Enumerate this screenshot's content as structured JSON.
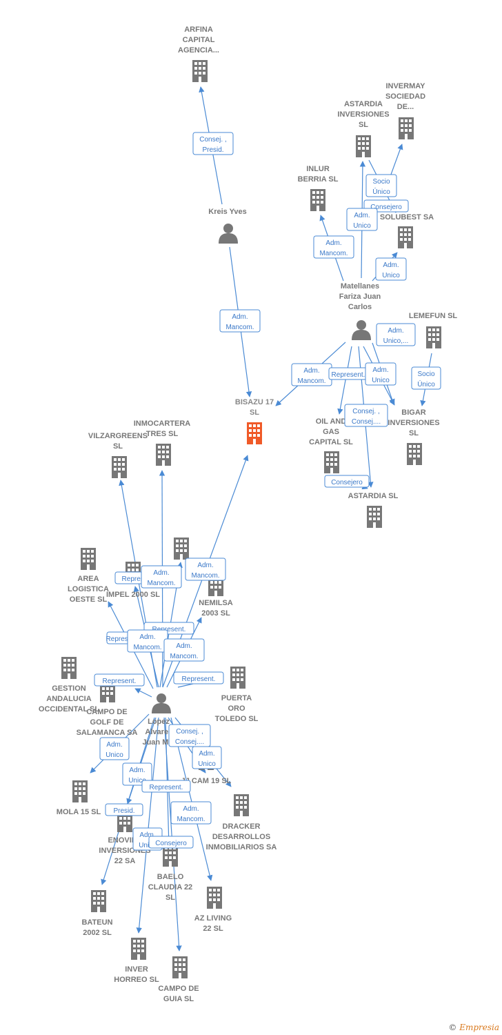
{
  "colors": {
    "edge": "#4a8ad4",
    "company": "#777777",
    "main_company": "#f05a28",
    "person": "#777777"
  },
  "footer": {
    "copyright": "©",
    "brand": "Empresia"
  },
  "nodes": [
    {
      "id": "arfina",
      "type": "company",
      "lines": [
        "ARFINA",
        "CAPITAL",
        "AGENCIA..."
      ]
    },
    {
      "id": "kreis",
      "type": "person",
      "lines": [
        "Kreis Yves"
      ]
    },
    {
      "id": "bisazu",
      "type": "main",
      "lines": [
        "BISAZU 17",
        "SL"
      ]
    },
    {
      "id": "invermay",
      "type": "company",
      "lines": [
        "INVERMAY",
        "SOCIEDAD",
        "DE..."
      ]
    },
    {
      "id": "astardia_inv",
      "type": "company",
      "lines": [
        "ASTARDIA",
        "INVERSIONES",
        "SL"
      ]
    },
    {
      "id": "inlur",
      "type": "company",
      "lines": [
        "INLUR",
        "BERRIA  SL"
      ]
    },
    {
      "id": "solubest",
      "type": "company",
      "lines": [
        "SOLUBEST SA"
      ]
    },
    {
      "id": "matellanes",
      "type": "person",
      "lines": [
        "Matellanes",
        "Fariza Juan",
        "Carlos"
      ]
    },
    {
      "id": "lemefun",
      "type": "company",
      "lines": [
        "LEMEFUN  SL"
      ]
    },
    {
      "id": "oilgas",
      "type": "company",
      "lines": [
        "OIL AND",
        "GAS",
        "CAPITAL SL"
      ]
    },
    {
      "id": "bigar",
      "type": "company",
      "lines": [
        "BIGAR",
        "INVERSIONES",
        "SL"
      ]
    },
    {
      "id": "astardia_sl",
      "type": "company",
      "lines": [
        "ASTARDIA SL"
      ]
    },
    {
      "id": "inmocartera",
      "type": "company",
      "lines": [
        "INMOCARTERA",
        "TRES  SL"
      ]
    },
    {
      "id": "vilzar",
      "type": "company",
      "lines": [
        "VILZARGREENS",
        "SL"
      ]
    },
    {
      "id": "area",
      "type": "company",
      "lines": [
        "AREA",
        "LOGISTICA",
        "OESTE SL"
      ]
    },
    {
      "id": "impel",
      "type": "company",
      "lines": [
        "IMPEL 2000  SL"
      ]
    },
    {
      "id": "hidden1",
      "type": "company",
      "lines": []
    },
    {
      "id": "nemilsa",
      "type": "company",
      "lines": [
        "NEMILSA",
        "2003 SL"
      ]
    },
    {
      "id": "gestion",
      "type": "company",
      "lines": [
        "GESTION",
        "ANDALUCIA",
        "OCCIDENTAL SL"
      ]
    },
    {
      "id": "campogolf",
      "type": "company",
      "lines": [
        "CAMPO DE",
        "GOLF DE",
        "SALAMANCA SA"
      ]
    },
    {
      "id": "puerta",
      "type": "company",
      "lines": [
        "PUERTA",
        "ORO",
        "TOLEDO SL"
      ]
    },
    {
      "id": "lopez",
      "type": "person",
      "lines": [
        "Lopez",
        "Alvarez",
        "Juan M..."
      ]
    },
    {
      "id": "mola",
      "type": "company",
      "lines": [
        "MOLA 15 SL"
      ]
    },
    {
      "id": "jjcam",
      "type": "company",
      "lines": [
        "JJ CAM 19 SL"
      ]
    },
    {
      "id": "dracker",
      "type": "company",
      "lines": [
        "DRACKER",
        "DESARROLLOS",
        "INMOBILIARIOS SA"
      ]
    },
    {
      "id": "enovint",
      "type": "company",
      "lines": [
        "ENOVINT",
        "INVERSIONES",
        "22 SA"
      ]
    },
    {
      "id": "baelo",
      "type": "company",
      "lines": [
        "BAELO",
        "CLAUDIA 22",
        "SL"
      ]
    },
    {
      "id": "azliving",
      "type": "company",
      "lines": [
        "AZ LIVING",
        "22 SL"
      ]
    },
    {
      "id": "bateun",
      "type": "company",
      "lines": [
        "BATEUN",
        "2002 SL"
      ]
    },
    {
      "id": "inverhorreo",
      "type": "company",
      "lines": [
        "INVER",
        "HORREO SL"
      ]
    },
    {
      "id": "campoguia",
      "type": "company",
      "lines": [
        "CAMPO DE",
        "GUIA  SL"
      ]
    }
  ],
  "edges": [
    {
      "from": "kreis",
      "to": "arfina",
      "lines": [
        "Consej. ,",
        "Presid."
      ]
    },
    {
      "from": "kreis",
      "to": "bisazu",
      "lines": [
        "Adm.",
        "Mancom."
      ]
    },
    {
      "from": "matellanes",
      "to": "invermay",
      "lines": [
        "Socio",
        "Único"
      ]
    },
    {
      "from": "matellanes",
      "to": "astardia_inv",
      "lines": [
        "Consejero"
      ]
    },
    {
      "from": "matellanes",
      "to": "inlur",
      "lines": [
        "Adm.",
        "Mancom."
      ]
    },
    {
      "from": "matellanes",
      "to": "astardia_inv",
      "lines": [
        "Adm.",
        "Unico"
      ]
    },
    {
      "from": "matellanes",
      "to": "solubest",
      "lines": [
        "Adm.",
        "Unico"
      ]
    },
    {
      "from": "matellanes",
      "to": "bisazu",
      "lines": [
        "Adm.",
        "Mancom."
      ]
    },
    {
      "from": "matellanes",
      "to": "oilgas",
      "lines": [
        "Represent."
      ]
    },
    {
      "from": "matellanes",
      "to": "bigar",
      "lines": [
        "Adm.",
        "Unico"
      ]
    },
    {
      "from": "matellanes",
      "to": "bigar",
      "lines": [
        "Adm.",
        "Unico,..."
      ]
    },
    {
      "from": "lemefun",
      "to": "bigar",
      "lines": [
        "Socio",
        "Único"
      ]
    },
    {
      "from": "matellanes",
      "to": "astardia_sl",
      "lines": [
        "Consej. ,",
        "Consej...."
      ]
    },
    {
      "from": "oilgas",
      "to": "astardia_sl",
      "lines": [
        "Consejero"
      ]
    },
    {
      "from": "lopez",
      "to": "bisazu",
      "lines": [
        "Adm.",
        "Mancom."
      ]
    },
    {
      "from": "lopez",
      "to": "impel",
      "lines": [
        "Represent."
      ]
    },
    {
      "from": "lopez",
      "to": "vilzar",
      "lines": [
        "Adm.",
        "Mancom."
      ]
    },
    {
      "from": "lopez",
      "to": "area",
      "lines": [
        "Represent."
      ]
    },
    {
      "from": "lopez",
      "to": "inmocartera",
      "lines": [
        "Represent."
      ]
    },
    {
      "from": "lopez",
      "to": "hidden1",
      "lines": [
        "Adm.",
        "Mancom."
      ]
    },
    {
      "from": "lopez",
      "to": "nemilsa",
      "lines": [
        "Adm.",
        "Mancom."
      ]
    },
    {
      "from": "lopez",
      "to": "campogolf",
      "lines": [
        "Represent."
      ]
    },
    {
      "from": "lopez",
      "to": "puerta",
      "lines": [
        "Represent."
      ]
    },
    {
      "from": "lopez",
      "to": "mola",
      "lines": [
        "Adm.",
        "Unico"
      ]
    },
    {
      "from": "lopez",
      "to": "jjcam",
      "lines": [
        "Consej. ,",
        "Consej...."
      ]
    },
    {
      "from": "lopez",
      "to": "jjcam",
      "lines": [
        "Adm.",
        "Unico"
      ]
    },
    {
      "from": "lopez",
      "to": "enovint",
      "lines": [
        "Adm.",
        "Unico"
      ]
    },
    {
      "from": "lopez",
      "to": "baelo",
      "lines": [
        "Represent."
      ]
    },
    {
      "from": "lopez",
      "to": "azliving",
      "lines": [
        "Adm.",
        "Mancom."
      ]
    },
    {
      "from": "lopez",
      "to": "bateun",
      "lines": [
        "Presid."
      ]
    },
    {
      "from": "lopez",
      "to": "inverhorreo",
      "lines": [
        "Adm.",
        "Unico"
      ]
    },
    {
      "from": "lopez",
      "to": "campoguia",
      "lines": [
        "Consejero"
      ]
    }
  ]
}
